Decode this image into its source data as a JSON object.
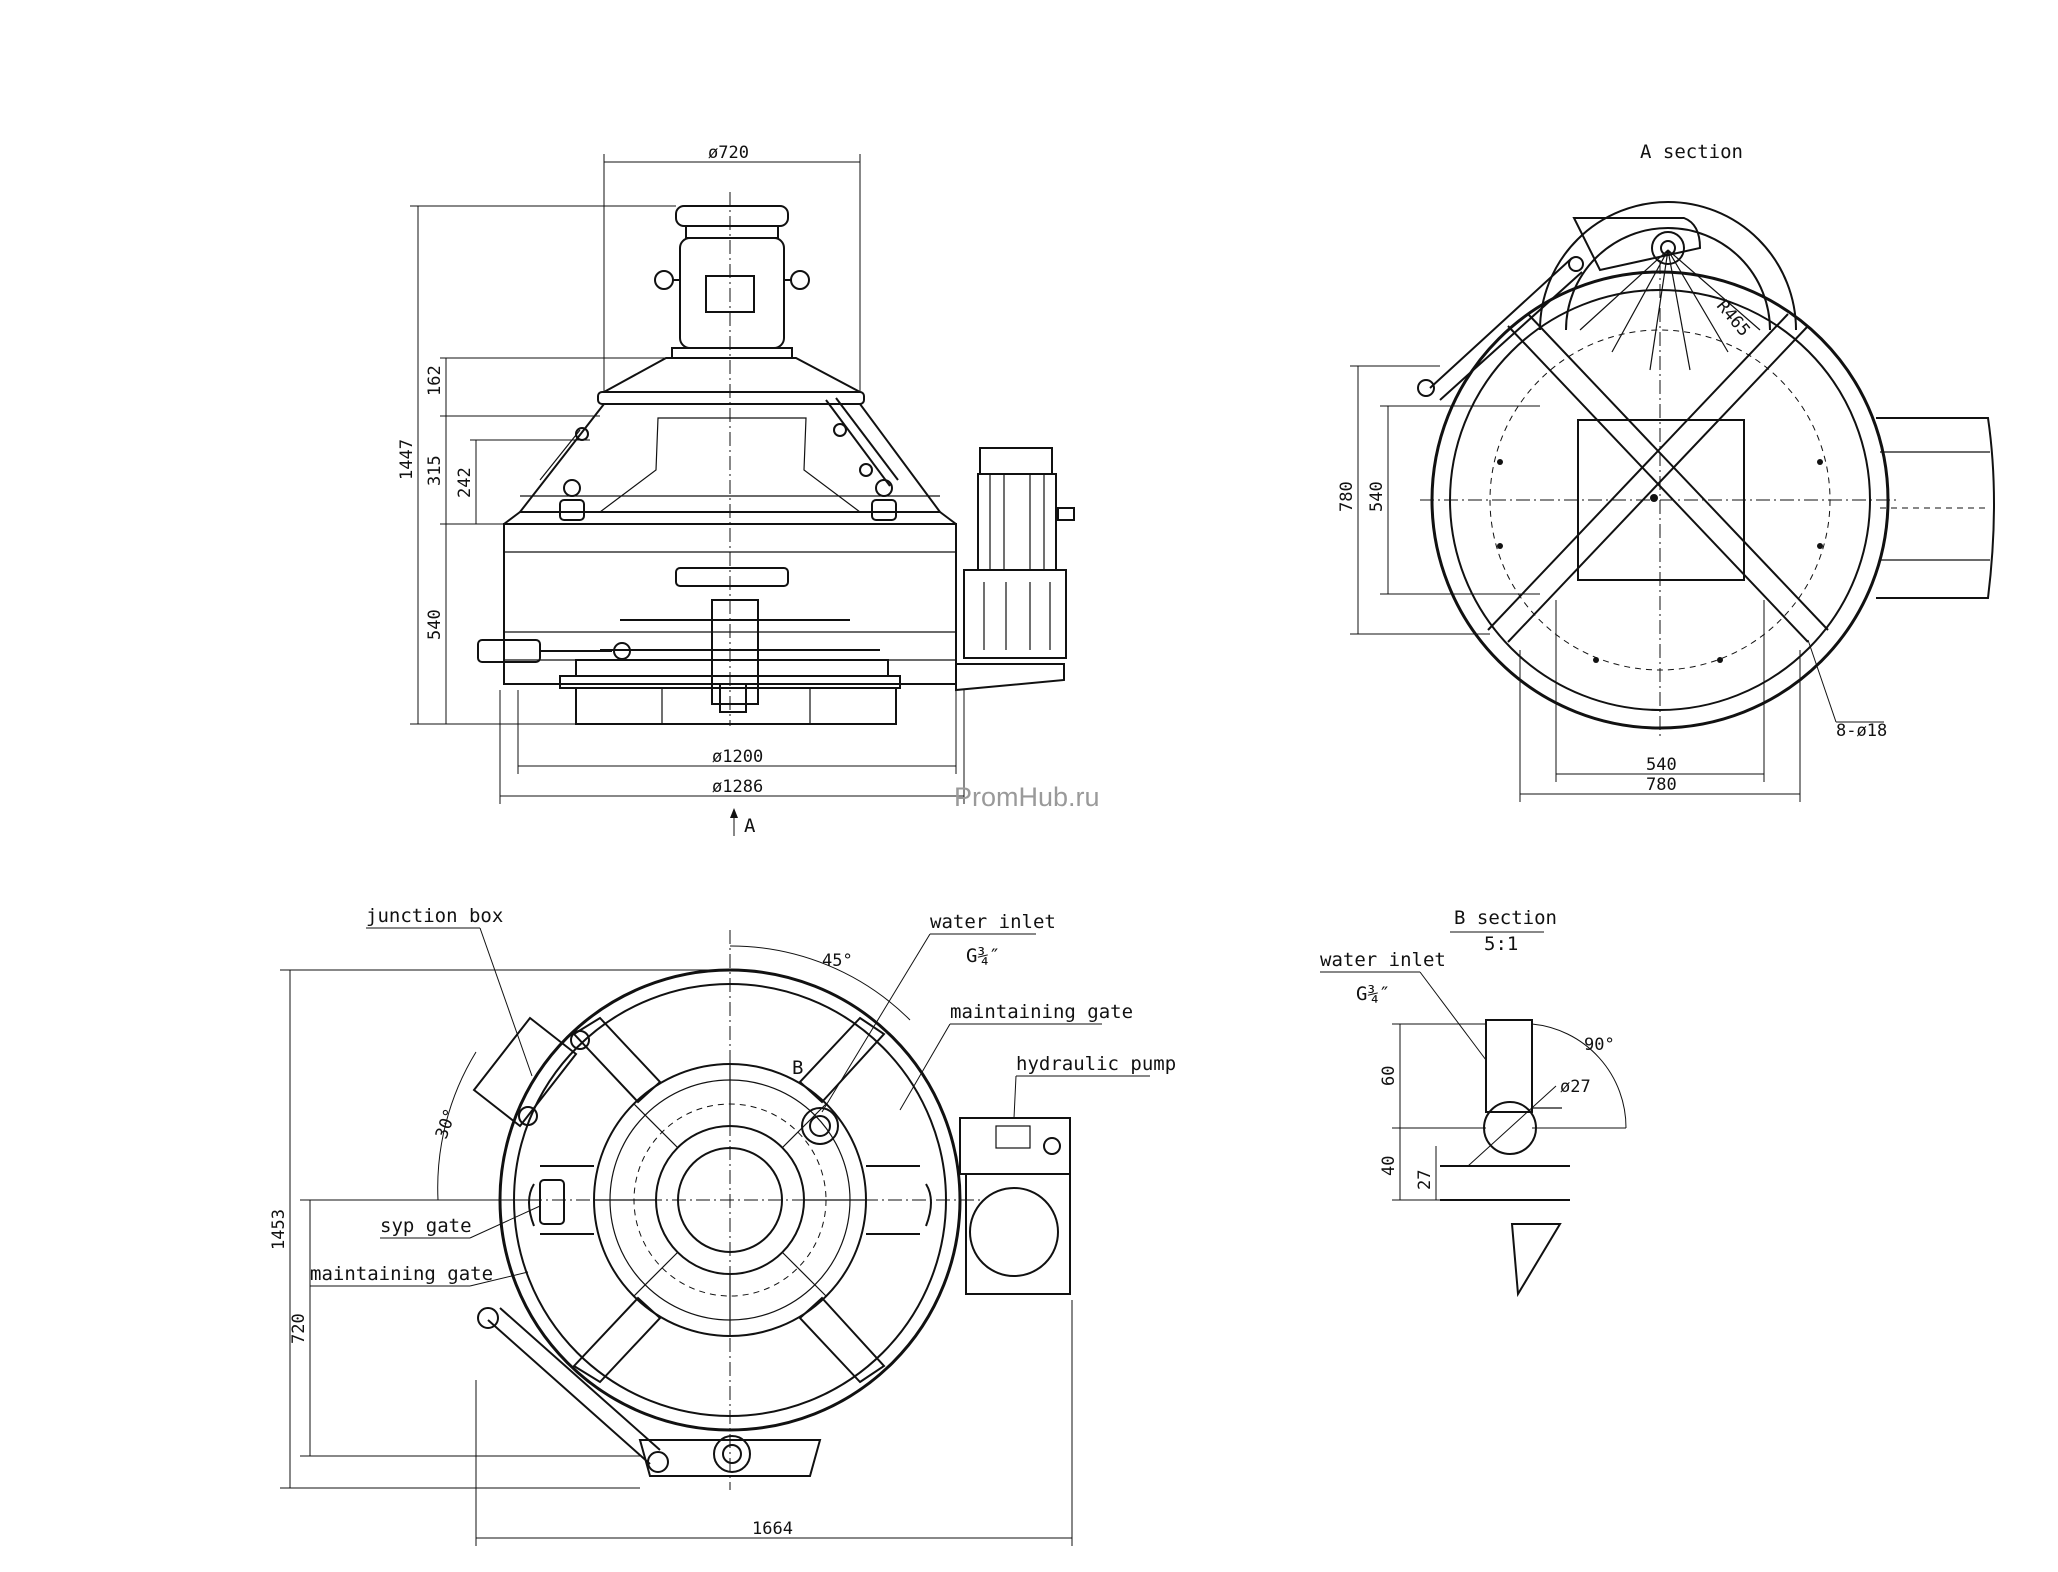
{
  "watermark": "PromHub.ru",
  "front_view": {
    "dims": {
      "d720": "ø720",
      "d1200": "ø1200",
      "d1286": "ø1286",
      "h1447": "1447",
      "h162": "162",
      "h315": "315",
      "h242": "242",
      "h540": "540"
    },
    "section_marker": "A"
  },
  "section_a": {
    "title": "A section",
    "radius": "R465",
    "holes": "8-ø18",
    "dims": {
      "h780": "780",
      "h540": "540",
      "w540": "540",
      "w780": "780"
    }
  },
  "plan_view": {
    "labels": {
      "junction_box": "junction box",
      "water_inlet": "water inlet",
      "water_inlet_size": "G¾″",
      "maintaining_gate_top": "maintaining gate",
      "hydraulic_pump": "hydraulic pump",
      "syp_gate": "syp gate",
      "maintaining_gate_left": "maintaining gate",
      "b_marker": "B"
    },
    "angles": {
      "a45": "45°",
      "a30": "30°"
    },
    "dims": {
      "h1453": "1453",
      "h720": "720",
      "w1664": "1664"
    }
  },
  "section_b": {
    "title": "B section",
    "scale": "5:1",
    "water_inlet": "water inlet",
    "water_inlet_size": "G¾″",
    "angle": "90°",
    "diameter": "ø27",
    "dims": {
      "v60": "60",
      "v40": "40",
      "v27": "27"
    }
  }
}
